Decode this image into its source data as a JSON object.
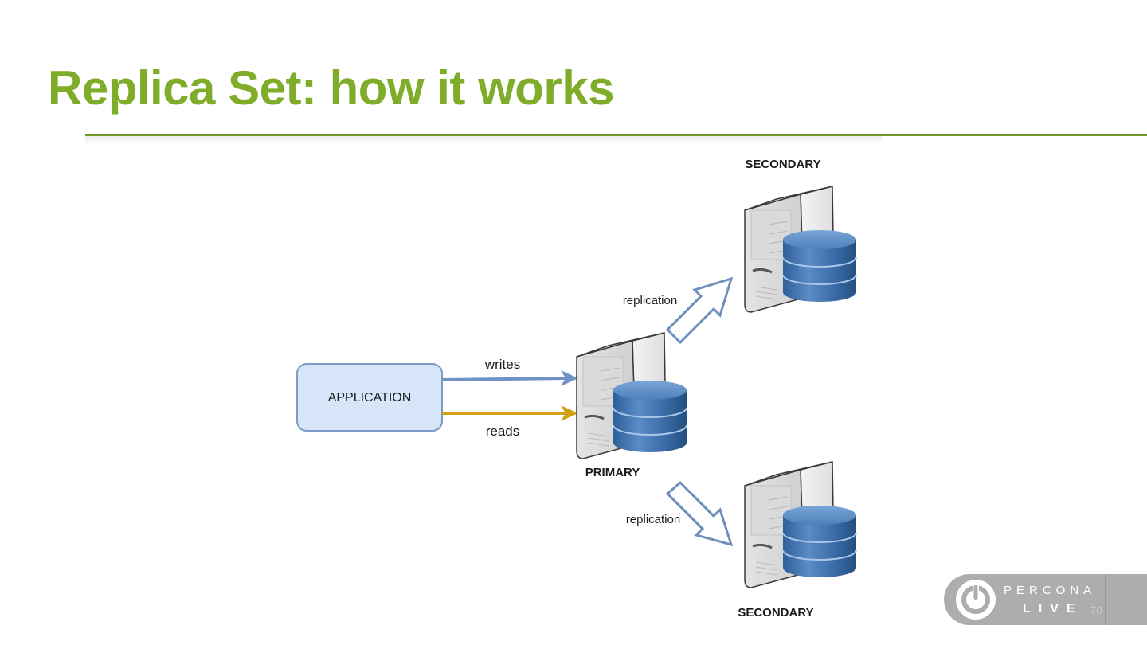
{
  "slide": {
    "title": "Replica Set: how it works",
    "page_number": "70"
  },
  "diagram": {
    "application_label": "APPLICATION",
    "edges": {
      "writes": "writes",
      "reads": "reads",
      "replication_top": "replication",
      "replication_bottom": "replication"
    },
    "nodes": {
      "primary": "PRIMARY",
      "secondary_top": "SECONDARY",
      "secondary_bottom": "SECONDARY"
    },
    "colors": {
      "title_green": "#7fad2a",
      "writes_arrow": "#6f93c6",
      "reads_arrow": "#d4a017",
      "app_box_fill": "#d6e6f8",
      "app_box_stroke": "#7a9cc6",
      "db_blue": "#3f72ad"
    }
  },
  "footer": {
    "brand_top": "PERCONA",
    "brand_bottom": "LIVE",
    "logo": "power-icon"
  }
}
